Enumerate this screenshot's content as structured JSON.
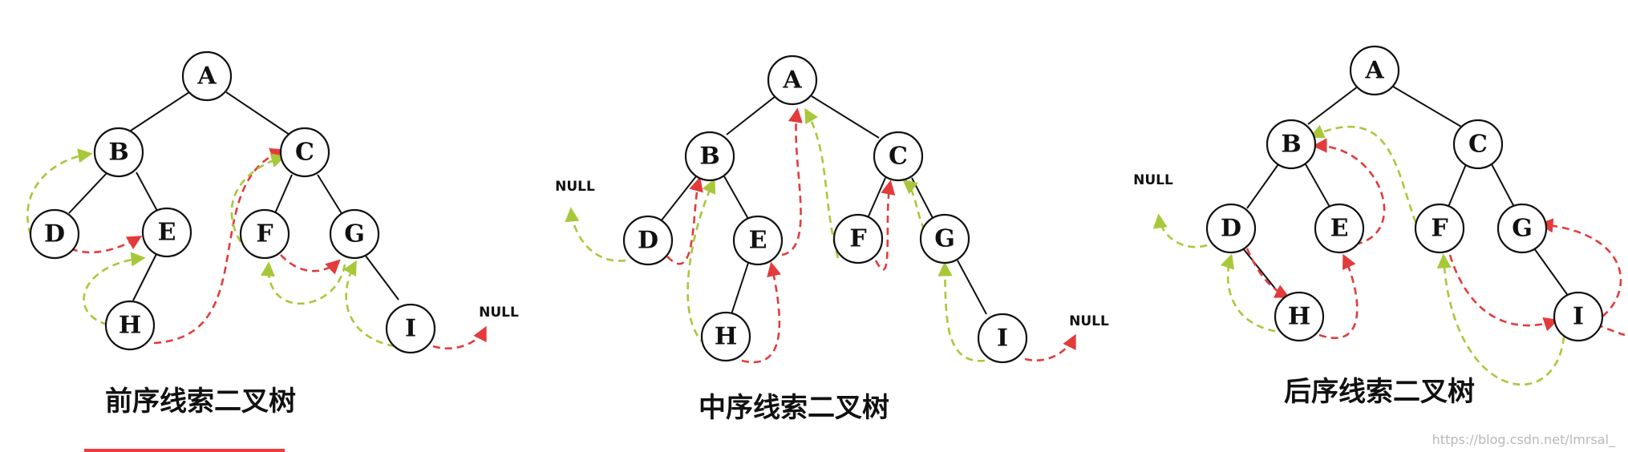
{
  "colors": {
    "thread_red": "#e33b3b",
    "thread_green": "#a8c83a",
    "accent_bar": "#ef3b3b",
    "watermark": "#b8b8b8"
  },
  "trees": [
    {
      "key": "preorder",
      "caption": "前序线索二叉树",
      "null_labels": [
        "NULL"
      ],
      "nodes": [
        "A",
        "B",
        "C",
        "D",
        "E",
        "F",
        "G",
        "H",
        "I"
      ]
    },
    {
      "key": "inorder",
      "caption": "中序线索二叉树",
      "null_labels": [
        "NULL",
        "NULL"
      ],
      "nodes": [
        "A",
        "B",
        "C",
        "D",
        "E",
        "F",
        "G",
        "H",
        "I"
      ]
    },
    {
      "key": "postorder",
      "caption": "后序线索二叉树",
      "null_labels": [
        "NULL"
      ],
      "nodes": [
        "A",
        "B",
        "C",
        "D",
        "E",
        "F",
        "G",
        "H",
        "I"
      ]
    }
  ],
  "watermark": "https://blog.csdn.net/lmrsal_"
}
